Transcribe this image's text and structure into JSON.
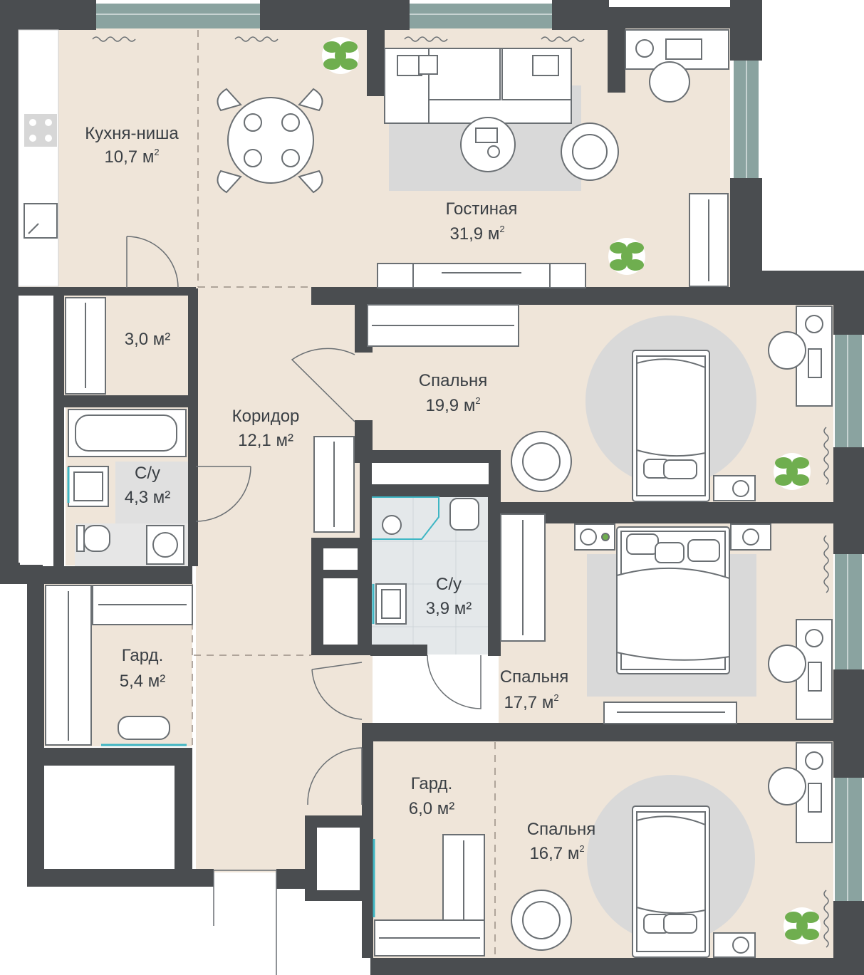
{
  "rooms": {
    "kitchen": {
      "name": "Кухня-ниша",
      "area": "10,7 м",
      "sup": "2"
    },
    "living": {
      "name": "Гостиная",
      "area": "31,9 м",
      "sup": "2"
    },
    "storage": {
      "name": "",
      "area": "3,0 м²"
    },
    "bedroom1": {
      "name": "Спальня",
      "area": "19,9 м",
      "sup": "2"
    },
    "corridor": {
      "name": "Коридор",
      "area": "12,1 м²"
    },
    "bath1": {
      "name": "С/у",
      "area": "4,3 м²"
    },
    "bath2": {
      "name": "С/у",
      "area": "3,9 м²"
    },
    "bedroom2": {
      "name": "Спальня",
      "area": "17,7 м",
      "sup": "2"
    },
    "wardrobe1": {
      "name": "Гард.",
      "area": "5,4 м²"
    },
    "wardrobe2": {
      "name": "Гард.",
      "area": "6,0 м²"
    },
    "bedroom3": {
      "name": "Спальня",
      "area": "16,7 м",
      "sup": "2"
    }
  },
  "colors": {
    "floor": "#efe5d9",
    "wall": "#4a4d50",
    "window": "#8aa3a0",
    "rug": "#d9d9d9",
    "furniture": "#ffffff",
    "line": "#6a6f73",
    "plant": "#6fae4f",
    "accent": "#3fb6c4"
  }
}
